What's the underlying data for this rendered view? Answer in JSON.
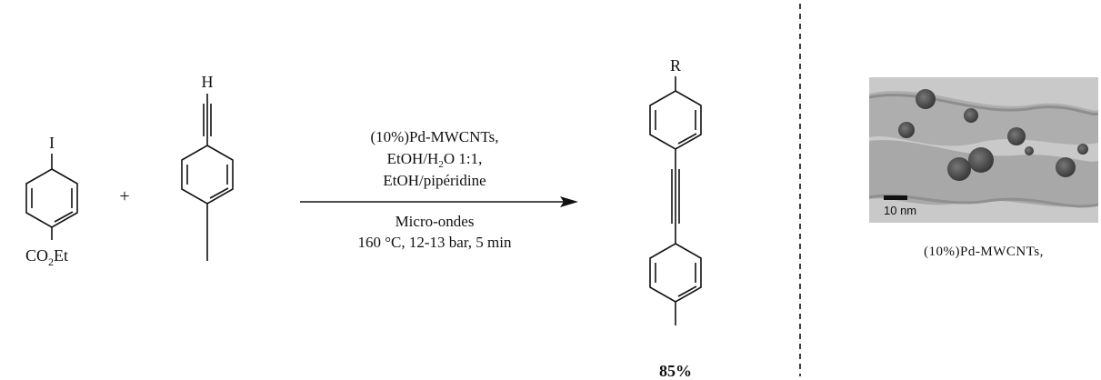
{
  "reactant1": {
    "top_atom": "I",
    "substituent": "CO2Et"
  },
  "plus_sign": "+",
  "reactant2": {
    "top_atom": "H"
  },
  "conditions": {
    "line1": "(10%)Pd-MWCNTs,",
    "line2": "EtOH/H2O 1:1,",
    "line3": "EtOH/pipéridine",
    "line4": "Micro-ondes",
    "line5": "160 °C, 12-13 bar, 5 min"
  },
  "product": {
    "top_atom": "R",
    "yield": "85%"
  },
  "tem": {
    "scale_label": "10 nm",
    "caption": "(10%)Pd-MWCNTs,"
  }
}
